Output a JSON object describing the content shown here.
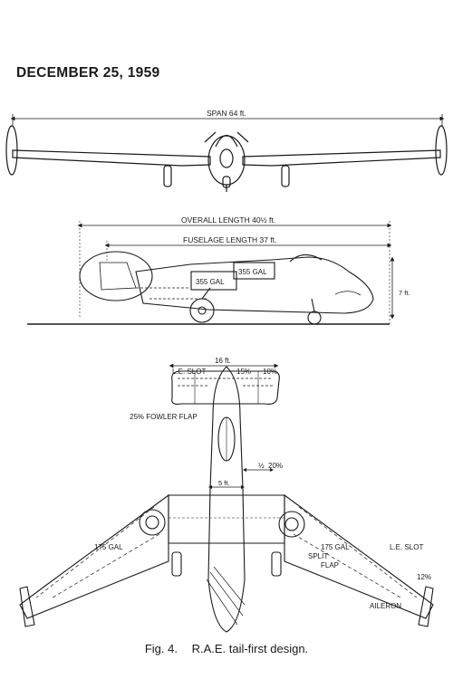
{
  "header": {
    "date": "DECEMBER 25, 1959"
  },
  "front_view": {
    "span_label": "SPAN 64 ft."
  },
  "side_view": {
    "overall_length_label": "OVERALL LENGTH 40½ ft.",
    "fuselage_length_label": "FUSELAGE LENGTH 37 ft.",
    "tank_upper_label": "355 GAL",
    "tank_lower_label": "355 GAL",
    "height_label": "7 ft."
  },
  "plan_view": {
    "foreplane_span_label": "16 ft.",
    "le_slot_front_label": "L.E. SLOT",
    "pct_15_label": "15%",
    "pct_10_label": "10%",
    "flap_label": "25% FOWLER FLAP",
    "pct_20_label": "20%",
    "frac_label": "½",
    "width_5ft_label": "5 ft.",
    "tank_left_label": "175 GAL",
    "tank_right_label": "175 GAL",
    "le_slot_rear_label": "L.E. SLOT",
    "split_label": "SPLIT",
    "split_flap_label": "FLAP",
    "pct_12_label": "12%",
    "aileron_label": "AILERON"
  },
  "caption": {
    "figure": "Fig. 4.",
    "title": "R.A.E. tail-first design."
  }
}
